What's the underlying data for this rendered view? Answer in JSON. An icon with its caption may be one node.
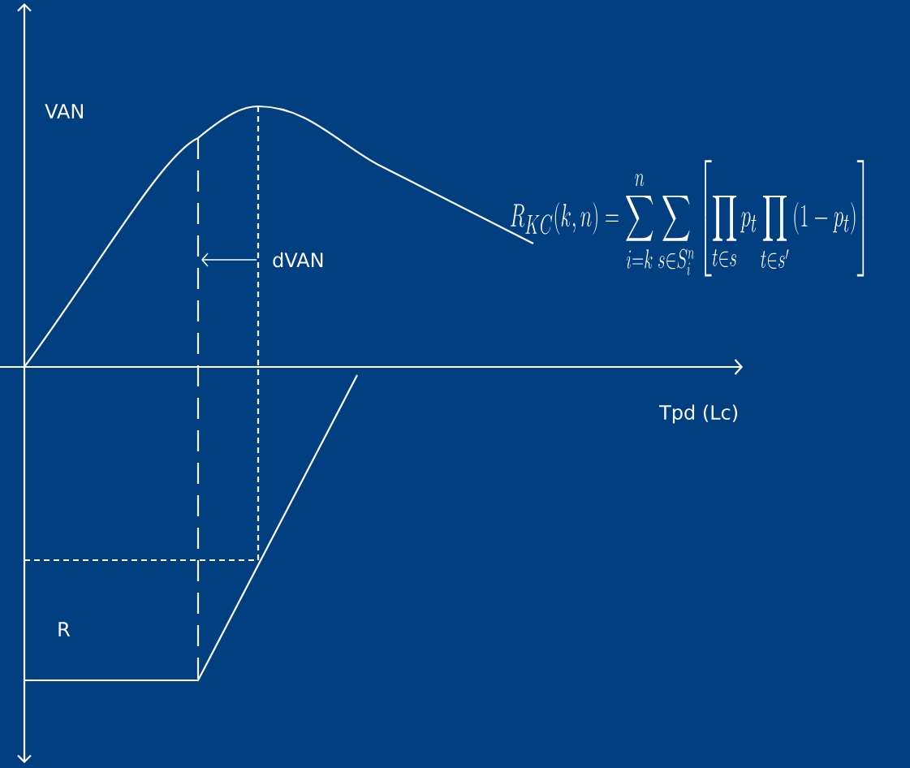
{
  "diagram": {
    "labels": [
      "VAN",
      "R_{KC}(k,n)=\\sum_{i=k}^{n}\\sum_{s\\in S_i^n}\\left[\\prod_{t\\in s}p_t\\prod_{t\\in s'}\\left(1-p_t\\right)\\right]",
      "dVAN",
      "Tpd (Lc)",
      "R"
    ]
  }
}
